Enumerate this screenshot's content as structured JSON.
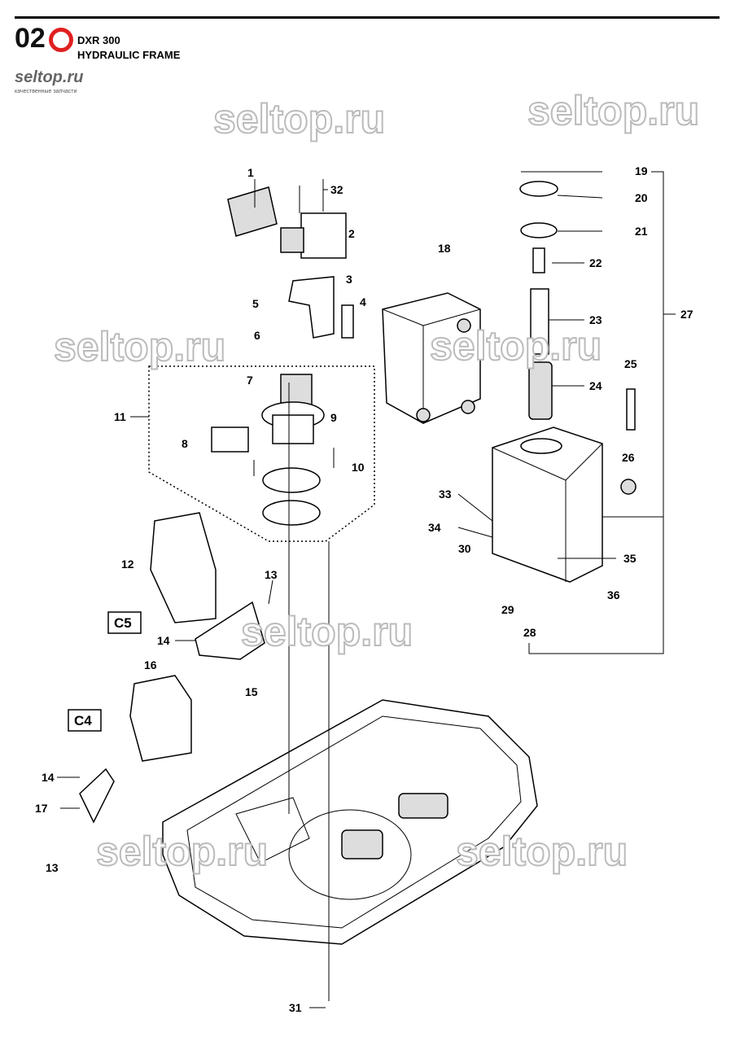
{
  "header": {
    "section_number": "02",
    "model": "DXR 300",
    "title": "HYDRAULIC FRAME",
    "logo_text": "seltop.ru",
    "logo_subtext": "качественные запчасти"
  },
  "watermark": "seltop.ru",
  "references": {
    "c5": "C5",
    "c4": "C4"
  },
  "callouts": {
    "n1": "1",
    "n2": "2",
    "n3": "3",
    "n4": "4",
    "n5": "5",
    "n6": "6",
    "n7": "7",
    "n8": "8",
    "n9": "9",
    "n10": "10",
    "n11": "11",
    "n12": "12",
    "n13a": "13",
    "n13b": "13",
    "n14a": "14",
    "n14b": "14",
    "n15": "15",
    "n16": "16",
    "n17": "17",
    "n18": "18",
    "n19": "19",
    "n20": "20",
    "n21": "21",
    "n22": "22",
    "n23": "23",
    "n24": "24",
    "n25": "25",
    "n26": "26",
    "n27": "27",
    "n28": "28",
    "n29": "29",
    "n30": "30",
    "n31": "31",
    "n32": "32",
    "n33": "33",
    "n34": "34",
    "n35": "35",
    "n36": "36"
  }
}
